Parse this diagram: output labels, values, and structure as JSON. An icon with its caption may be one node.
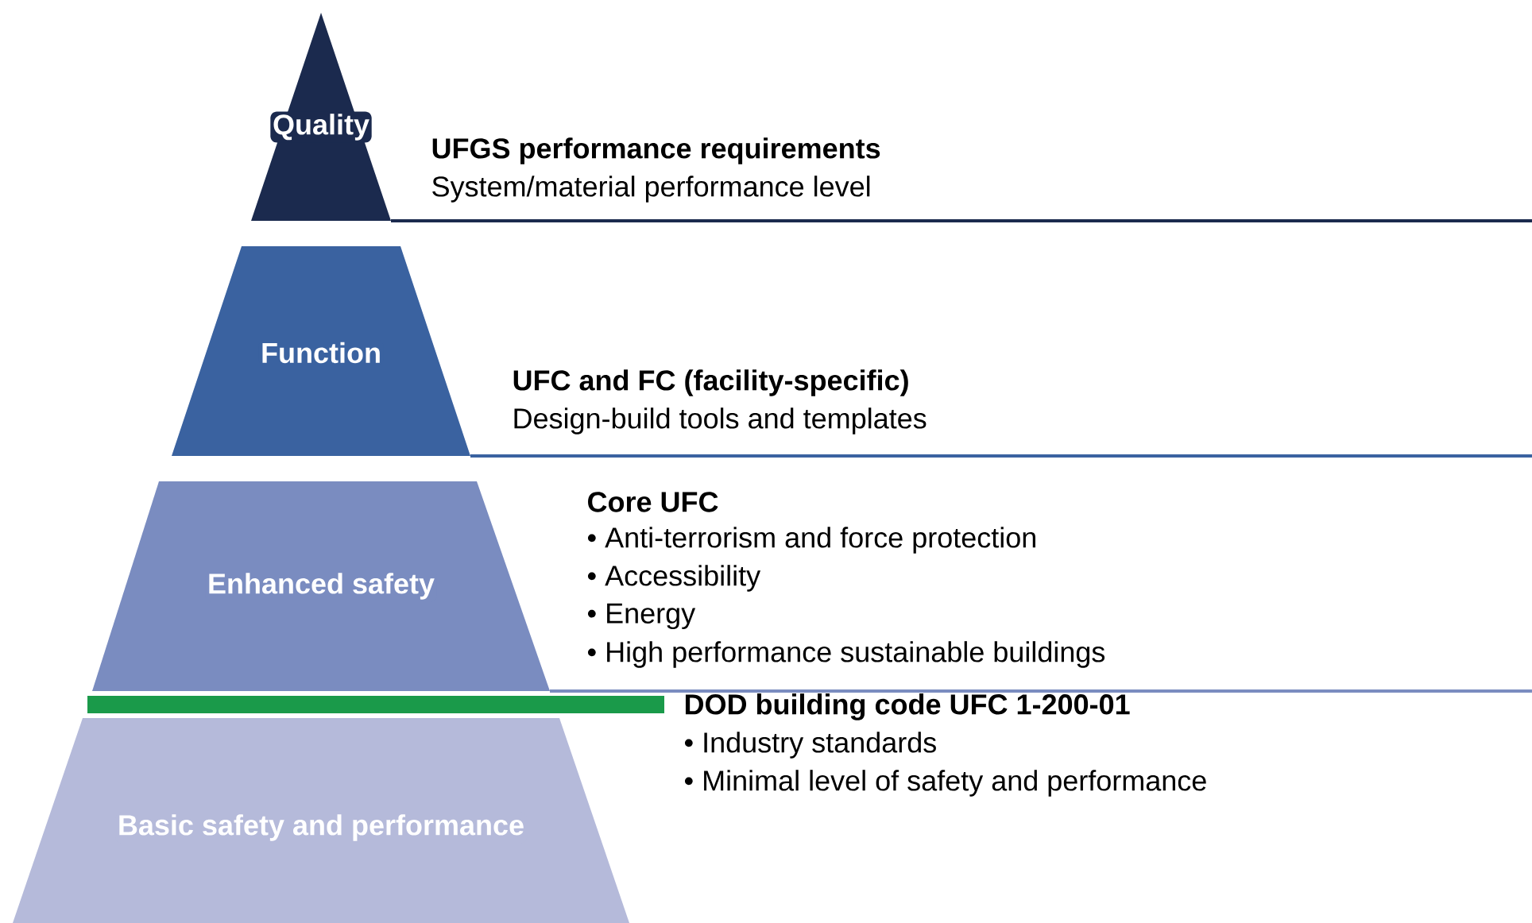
{
  "diagram": {
    "nodes": [
      {
        "text": [
          "Quality"
        ],
        "beside": [
          "UFGS performance requirements",
          "System/material performance level"
        ]
      },
      {
        "text": [
          "Function"
        ],
        "beside": [
          "UFC and FC (facility-specific)",
          "Design-build tools and templates"
        ]
      },
      {
        "text": [
          "Enhanced safety"
        ],
        "beside": [
          "Core UFC",
          "• Anti-terrorism and force protection",
          "• Accessibility",
          "• Energy",
          "• High performance sustainable buildings"
        ]
      },
      {
        "text": [
          "Basic safety and performance"
        ],
        "beside": [
          "DOD building code UFC 1-200-01",
          "• Industry standards",
          "• Minimal level of safety and performance"
        ]
      }
    ]
  }
}
